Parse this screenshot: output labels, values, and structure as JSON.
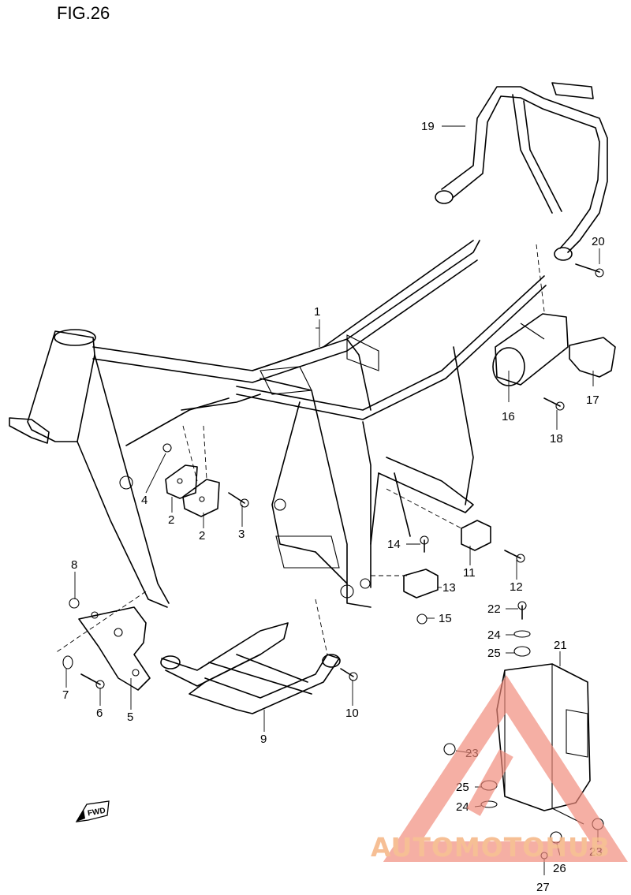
{
  "figure": {
    "title": "FIG.26"
  },
  "callouts": [
    {
      "id": "c1",
      "label": "1"
    },
    {
      "id": "c2a",
      "label": "2"
    },
    {
      "id": "c2b",
      "label": "2"
    },
    {
      "id": "c3",
      "label": "3"
    },
    {
      "id": "c4",
      "label": "4"
    },
    {
      "id": "c5",
      "label": "5"
    },
    {
      "id": "c6",
      "label": "6"
    },
    {
      "id": "c7",
      "label": "7"
    },
    {
      "id": "c8",
      "label": "8"
    },
    {
      "id": "c9",
      "label": "9"
    },
    {
      "id": "c10",
      "label": "10"
    },
    {
      "id": "c11",
      "label": "11"
    },
    {
      "id": "c12",
      "label": "12"
    },
    {
      "id": "c13",
      "label": "13"
    },
    {
      "id": "c14",
      "label": "14"
    },
    {
      "id": "c15",
      "label": "15"
    },
    {
      "id": "c16",
      "label": "16"
    },
    {
      "id": "c17",
      "label": "17"
    },
    {
      "id": "c18",
      "label": "18"
    },
    {
      "id": "c19",
      "label": "19"
    },
    {
      "id": "c20",
      "label": "20"
    },
    {
      "id": "c21",
      "label": "21"
    },
    {
      "id": "c22",
      "label": "22"
    },
    {
      "id": "c23a",
      "label": "23"
    },
    {
      "id": "c23b",
      "label": "23"
    },
    {
      "id": "c24a",
      "label": "24"
    },
    {
      "id": "c24b",
      "label": "24"
    },
    {
      "id": "c25a",
      "label": "25"
    },
    {
      "id": "c25b",
      "label": "25"
    },
    {
      "id": "c26",
      "label": "26"
    },
    {
      "id": "c27",
      "label": "27"
    }
  ],
  "direction_badge": {
    "label": "FWD"
  },
  "watermark": {
    "text": "AUTOMOTOHUB",
    "accent_color": "#f08a7a",
    "text_color": "#f6b98a"
  },
  "colors": {
    "line": "#000000",
    "background": "#ffffff"
  }
}
